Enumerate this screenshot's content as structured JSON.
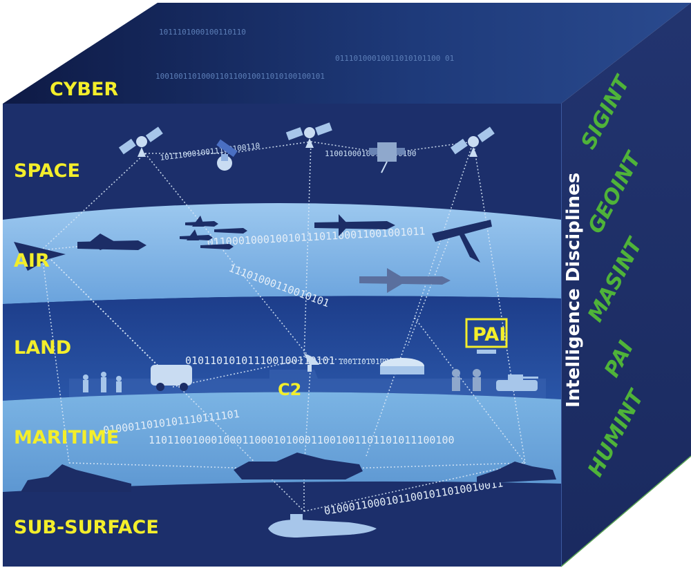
{
  "domains": {
    "cyber": "CYBER",
    "space": "SPACE",
    "air": "AIR",
    "land": "LAND",
    "maritime": "MARITIME",
    "subsurface": "SUB-SURFACE"
  },
  "nodes": {
    "c2": "C2",
    "pai_screen": "PAI"
  },
  "side_panel": {
    "title": "Intelligence Disciplines",
    "disciplines": [
      "SIGINT",
      "GEOINT",
      "MASINT",
      "PAI",
      "HUMINT"
    ]
  },
  "binary_streams": {
    "top_1": "1011101000100110110",
    "top_2": "01110100010011010101100 01",
    "top_3": "1001001101000110110010011010100100101",
    "space_1": "1011100010011100100110",
    "space_2": "11001000100111100100",
    "air_1": "01100010001001011101100011001001011",
    "air_2": "11101000110010101",
    "land_1": "010110101011100100110101",
    "land_2": "100110101001011",
    "maritime_1": "0100011010101110111101",
    "maritime_2": "1101100100010001100010100011001001101101011100100",
    "sub_1": "01000110001011001011010010011"
  },
  "colors": {
    "panel_dark": "#1c2f6b",
    "band_light": "#77afe1",
    "label_yellow": "#f3ee2b",
    "discipline_green": "#4fb339"
  },
  "icons": [
    "satellite-icon",
    "fighter-jet-icon",
    "drone-icon",
    "transport-plane-icon",
    "soldier-icon",
    "vehicle-icon",
    "tank-icon",
    "ship-icon",
    "submarine-icon",
    "antenna-icon",
    "monitor-icon"
  ]
}
